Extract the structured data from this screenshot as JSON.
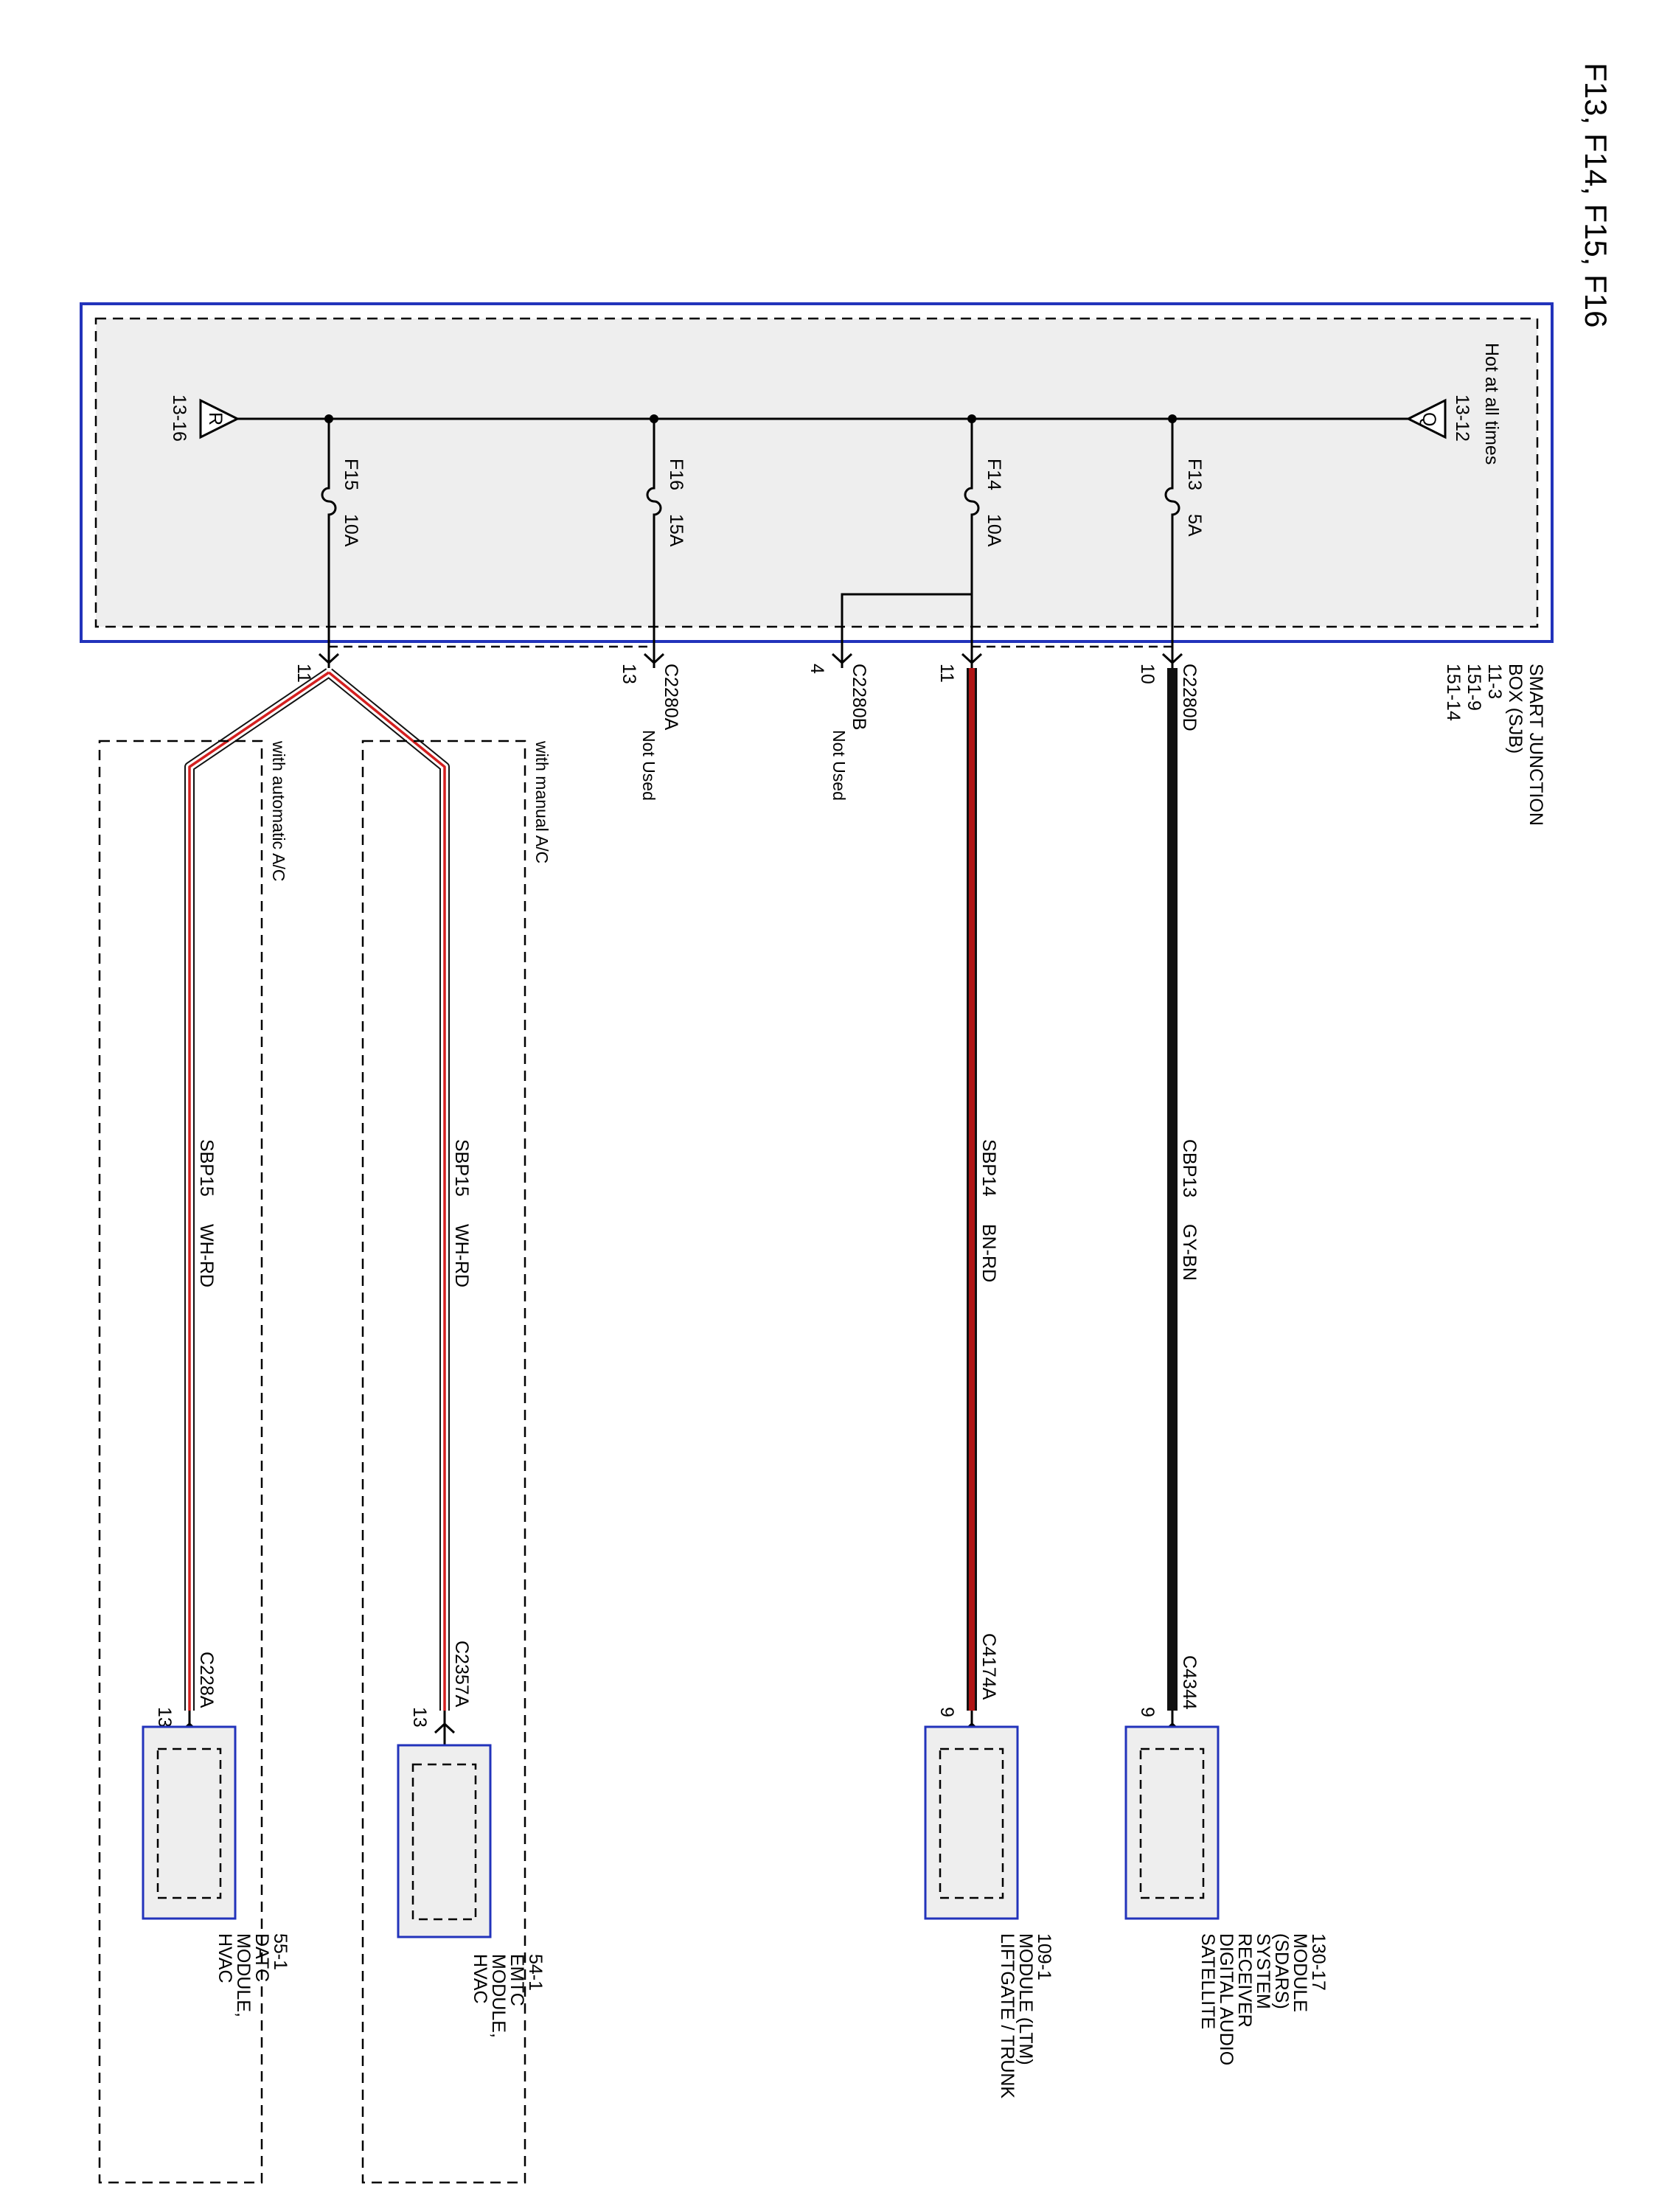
{
  "title": "F13, F14, F15, F16",
  "sjb": {
    "label": [
      "SMART JUNCTION",
      "BOX (SJB)",
      "11-3",
      "151-9",
      "151-14"
    ],
    "hot_label": "Hot at all times",
    "ref_q": {
      "letter": "Q",
      "page": "13-12"
    },
    "ref_r": {
      "letter": "R",
      "page": "13-16"
    }
  },
  "fuses": [
    {
      "id": "F13",
      "rating": "5A"
    },
    {
      "id": "F14",
      "rating": "10A"
    },
    {
      "id": "F16",
      "rating": "15A"
    },
    {
      "id": "F15",
      "rating": "10A"
    }
  ],
  "sjb_connectors": [
    {
      "name": "C2280D",
      "pin": "10",
      "note": ""
    },
    {
      "name": "",
      "pin": "11",
      "note": ""
    },
    {
      "name": "C2280B",
      "pin": "4",
      "note": "Not Used"
    },
    {
      "name": "C2280A",
      "pin": "13",
      "note": "Not Used"
    },
    {
      "name": "",
      "pin": "11",
      "note": ""
    }
  ],
  "options": {
    "manual": "with manual A/C",
    "automatic": "with automatic A/C"
  },
  "circuits": [
    {
      "circuit": "CBP13",
      "color": "GY-BN"
    },
    {
      "circuit": "SBP14",
      "color": "BN-RD"
    },
    {
      "circuit": "SBP15",
      "color": "WH-RD"
    },
    {
      "circuit": "SBP15",
      "color": "WH-RD"
    }
  ],
  "device_connectors": [
    {
      "name": "C4344",
      "pin": "9"
    },
    {
      "name": "C4174A",
      "pin": "9"
    },
    {
      "name": "C2357A",
      "pin": "13"
    },
    {
      "name": "C228A",
      "pin": "13"
    }
  ],
  "devices": [
    {
      "lines": [
        "SATELLITE",
        "DIGITAL AUDIO",
        "RECEIVER",
        "SYSTEM",
        "(SDARS)",
        "MODULE",
        "130-17"
      ]
    },
    {
      "lines": [
        "LIFTGATE / TRUNK",
        "MODULE (LTM)",
        "109-1"
      ]
    },
    {
      "lines": [
        "HVAC",
        "MODULE,",
        "EMTC",
        "54-1"
      ]
    },
    {
      "lines": [
        "HVAC",
        "MODULE,",
        "DATC",
        "55-1"
      ]
    }
  ],
  "colors": {
    "box_border": "#2233bb",
    "box_fill": "#eeeeee",
    "wire_gy_bn": "#111111",
    "wire_bn_rd": "#b01515",
    "wire_wh_rd": "#d42020"
  }
}
